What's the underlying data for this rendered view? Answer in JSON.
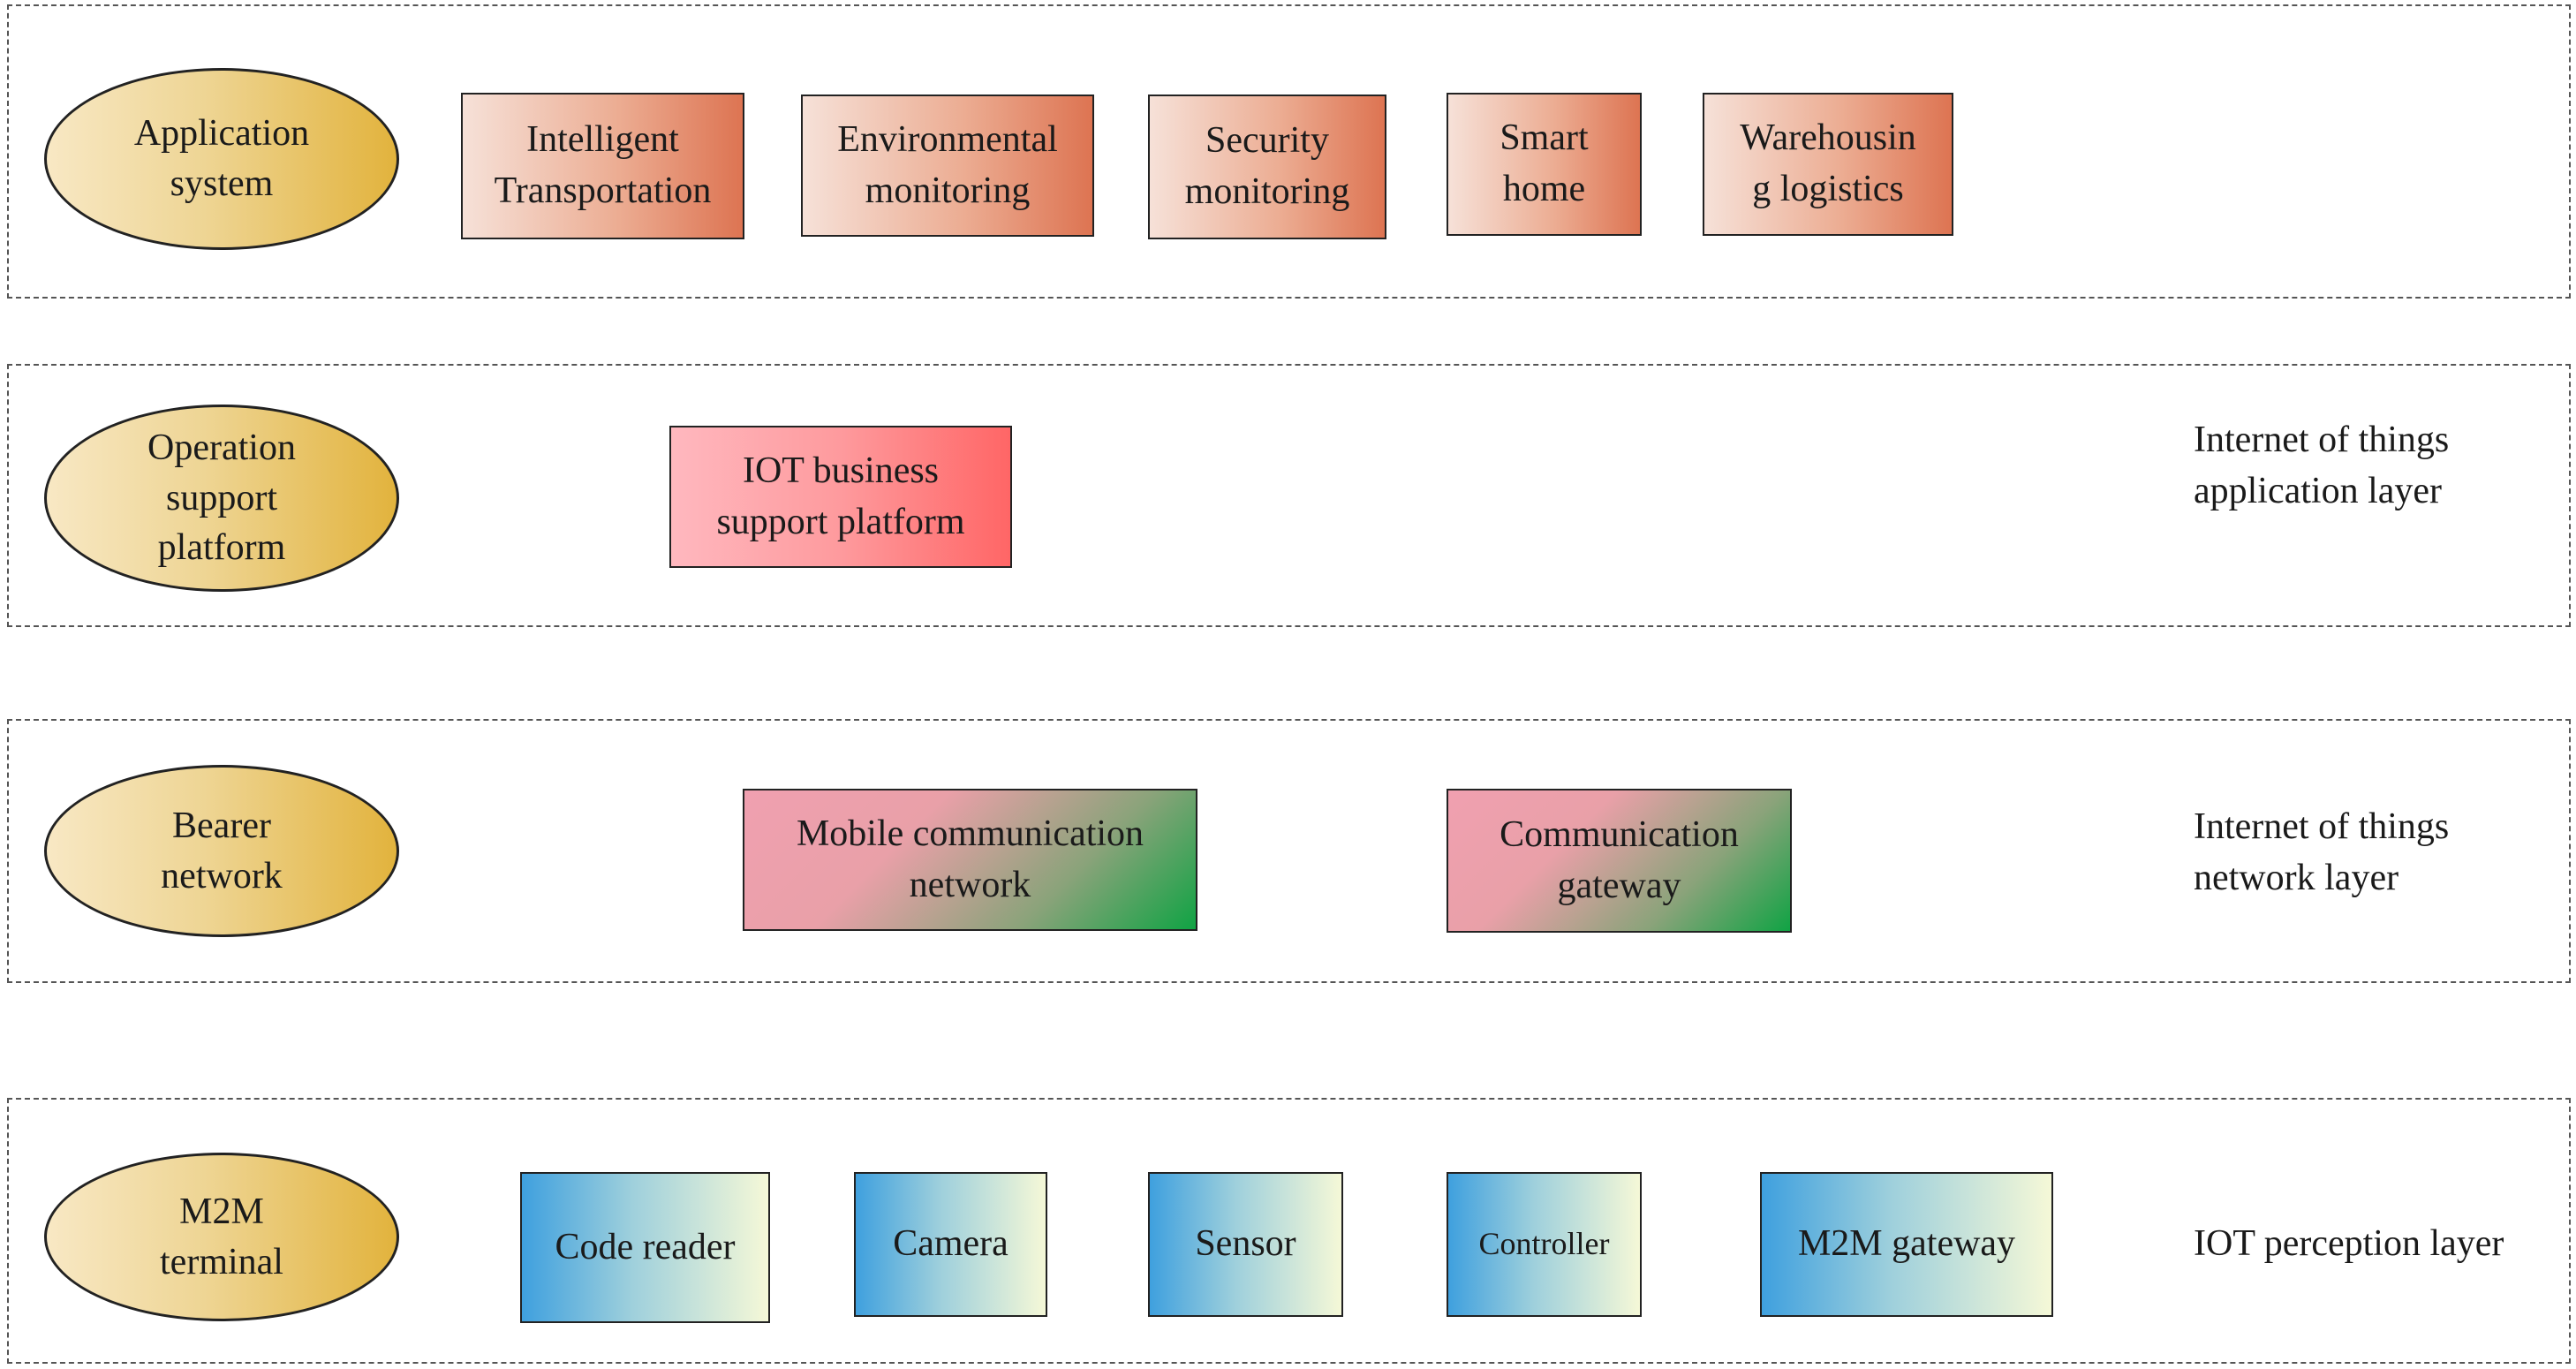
{
  "layers": {
    "application_system": {
      "name": "Application\nsystem",
      "items": [
        "Intelligent\nTransportation",
        "Environmental\nmonitoring",
        "Security\nmonitoring",
        "Smart\nhome",
        "Warehousin\ng logistics"
      ]
    },
    "operation_support": {
      "name": "Operation\nsupport\nplatform",
      "items": [
        "IOT business\nsupport platform"
      ]
    },
    "bearer_network": {
      "name": "Bearer\nnetwork",
      "items": [
        "Mobile communication\nnetwork",
        "Communication\ngateway"
      ]
    },
    "m2m_terminal": {
      "name": "M2M\nterminal",
      "items": [
        "Code reader",
        "Camera",
        "Sensor",
        "Controller",
        "M2M gateway"
      ]
    }
  },
  "side_labels": {
    "application_layer": "Internet of things\napplication layer",
    "network_layer": "Internet of things\nnetwork layer",
    "perception_layer": "IOT perception layer"
  },
  "colors": {
    "ellipse_fill": "#e2b33d",
    "application_box": "#dd7452",
    "operation_box": "#ff6666",
    "network_box": "#10a344",
    "terminal_box": "#3fa0de"
  }
}
